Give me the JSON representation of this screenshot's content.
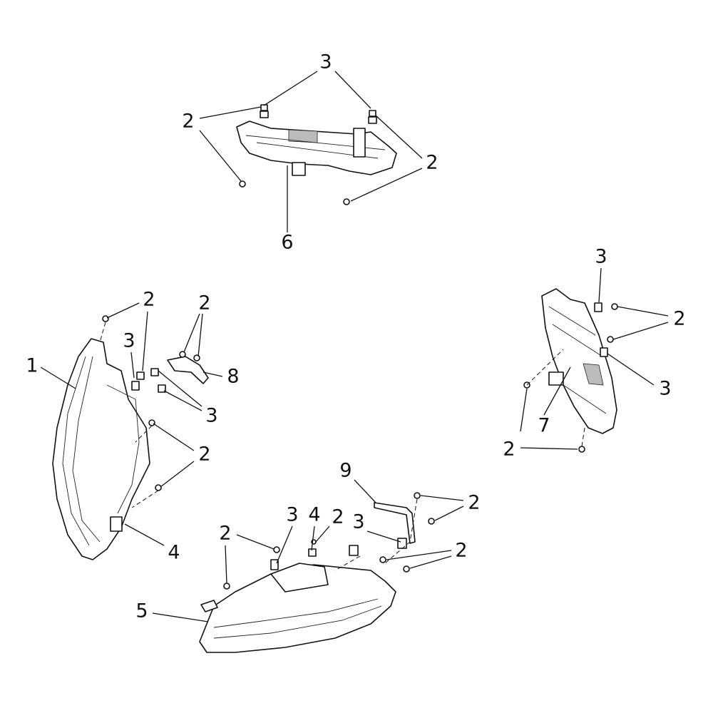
{
  "callouts": {
    "top": {
      "c3": "3",
      "c2_left": "2",
      "c2_right": "2",
      "c6": "6"
    },
    "right": {
      "c3_top": "3",
      "c2_top": "2",
      "c3_bottom": "3",
      "c7": "7",
      "c2_bottom": "2"
    },
    "left": {
      "c2_a": "2",
      "c2_b": "2",
      "c1": "1",
      "c3_a": "3",
      "c8": "8",
      "c3_b": "3",
      "c2_c": "2",
      "c4": "4"
    },
    "bottom": {
      "c9": "9",
      "c2_a": "2",
      "c3_a": "3",
      "c4": "4",
      "c2_b": "2",
      "c3_b": "3",
      "c2_c": "2",
      "c2_d": "2",
      "c5": "5"
    }
  }
}
